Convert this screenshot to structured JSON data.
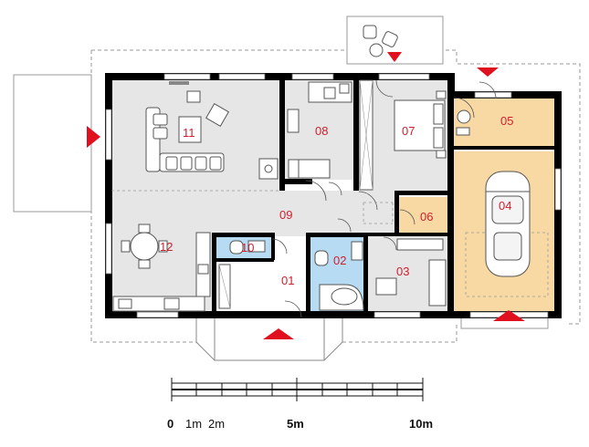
{
  "colors": {
    "wall": "#000000",
    "living_floor": "#e6e6e6",
    "garage_floor": "#f8d9a4",
    "wet_floor": "#b7dbf3",
    "white_floor": "#ffffff",
    "outline": "#888888",
    "room_number": "#d0202e",
    "arrow": "#e0101e"
  },
  "rooms": [
    {
      "id": "01",
      "label": "01",
      "floor": "white"
    },
    {
      "id": "02",
      "label": "02",
      "floor": "wet"
    },
    {
      "id": "03",
      "label": "03",
      "floor": "living"
    },
    {
      "id": "04",
      "label": "04",
      "floor": "garage"
    },
    {
      "id": "05",
      "label": "05",
      "floor": "garage"
    },
    {
      "id": "06",
      "label": "06",
      "floor": "garage"
    },
    {
      "id": "07",
      "label": "07",
      "floor": "living"
    },
    {
      "id": "08",
      "label": "08",
      "floor": "living"
    },
    {
      "id": "09",
      "label": "09",
      "floor": "living"
    },
    {
      "id": "10",
      "label": "10",
      "floor": "wet"
    },
    {
      "id": "11",
      "label": "11",
      "floor": "living"
    },
    {
      "id": "12",
      "label": "12",
      "floor": "living"
    }
  ],
  "entrances": [
    {
      "id": "left",
      "direction": "right"
    },
    {
      "id": "top-terrace",
      "direction": "down"
    },
    {
      "id": "top-garage",
      "direction": "down"
    },
    {
      "id": "front",
      "direction": "up"
    },
    {
      "id": "garage-door",
      "direction": "up"
    }
  ],
  "scale_bar": {
    "labels": [
      "0",
      "1m",
      "2m",
      "5m",
      "10m"
    ],
    "bold_labels": [
      "0",
      "5m",
      "10m"
    ]
  }
}
